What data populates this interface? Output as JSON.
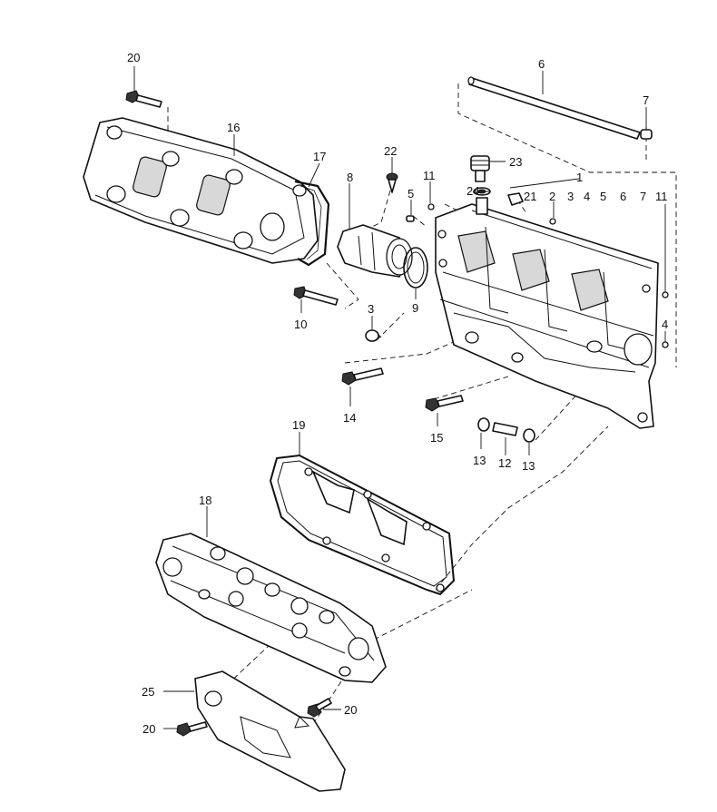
{
  "callouts": [
    {
      "id": "c20a",
      "text": "20"
    },
    {
      "id": "c16",
      "text": "16"
    },
    {
      "id": "c17",
      "text": "17"
    },
    {
      "id": "c8",
      "text": "8"
    },
    {
      "id": "c22",
      "text": "22"
    },
    {
      "id": "c6",
      "text": "6"
    },
    {
      "id": "c7a",
      "text": "7"
    },
    {
      "id": "c23",
      "text": "23"
    },
    {
      "id": "c11a",
      "text": "11"
    },
    {
      "id": "c24",
      "text": "24"
    },
    {
      "id": "c5a",
      "text": "5"
    },
    {
      "id": "c21",
      "text": "21"
    },
    {
      "id": "c1",
      "text": "1"
    },
    {
      "id": "c2",
      "text": "2"
    },
    {
      "id": "c3a",
      "text": "3"
    },
    {
      "id": "c4a",
      "text": "4"
    },
    {
      "id": "c5b",
      "text": "5"
    },
    {
      "id": "c6b",
      "text": "6"
    },
    {
      "id": "c7b",
      "text": "7"
    },
    {
      "id": "c11b",
      "text": "11"
    },
    {
      "id": "c4b",
      "text": "4"
    },
    {
      "id": "c9",
      "text": "9"
    },
    {
      "id": "c10",
      "text": "10"
    },
    {
      "id": "c3b",
      "text": "3"
    },
    {
      "id": "c14",
      "text": "14"
    },
    {
      "id": "c15",
      "text": "15"
    },
    {
      "id": "c13a",
      "text": "13"
    },
    {
      "id": "c12",
      "text": "12"
    },
    {
      "id": "c13b",
      "text": "13"
    },
    {
      "id": "c19",
      "text": "19"
    },
    {
      "id": "c18",
      "text": "18"
    },
    {
      "id": "c25",
      "text": "25"
    },
    {
      "id": "c20b",
      "text": "20"
    },
    {
      "id": "c20c",
      "text": "20"
    }
  ]
}
